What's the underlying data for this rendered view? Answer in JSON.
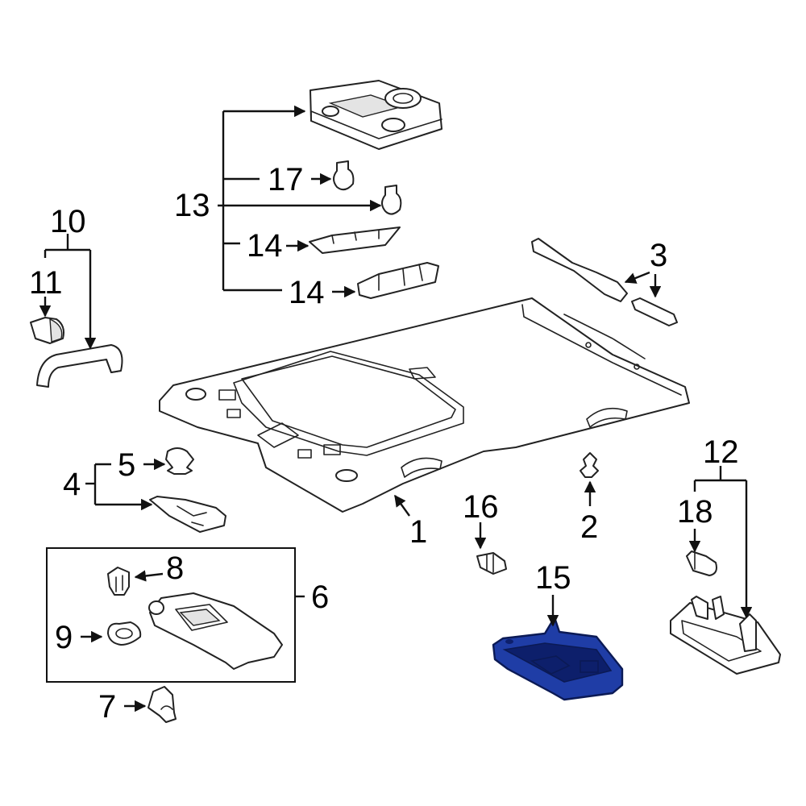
{
  "callouts": {
    "c1": "1",
    "c2": "2",
    "c3": "3",
    "c4": "4",
    "c5": "5",
    "c6": "6",
    "c7": "7",
    "c8": "8",
    "c9": "9",
    "c10": "10",
    "c11": "11",
    "c12": "12",
    "c13": "13",
    "c14a": "14",
    "c14b": "14",
    "c15": "15",
    "c16": "16",
    "c17": "17",
    "c18": "18"
  },
  "highlighted_part": "15",
  "colors": {
    "highlight": "#1f3da6",
    "line": "#222222"
  }
}
